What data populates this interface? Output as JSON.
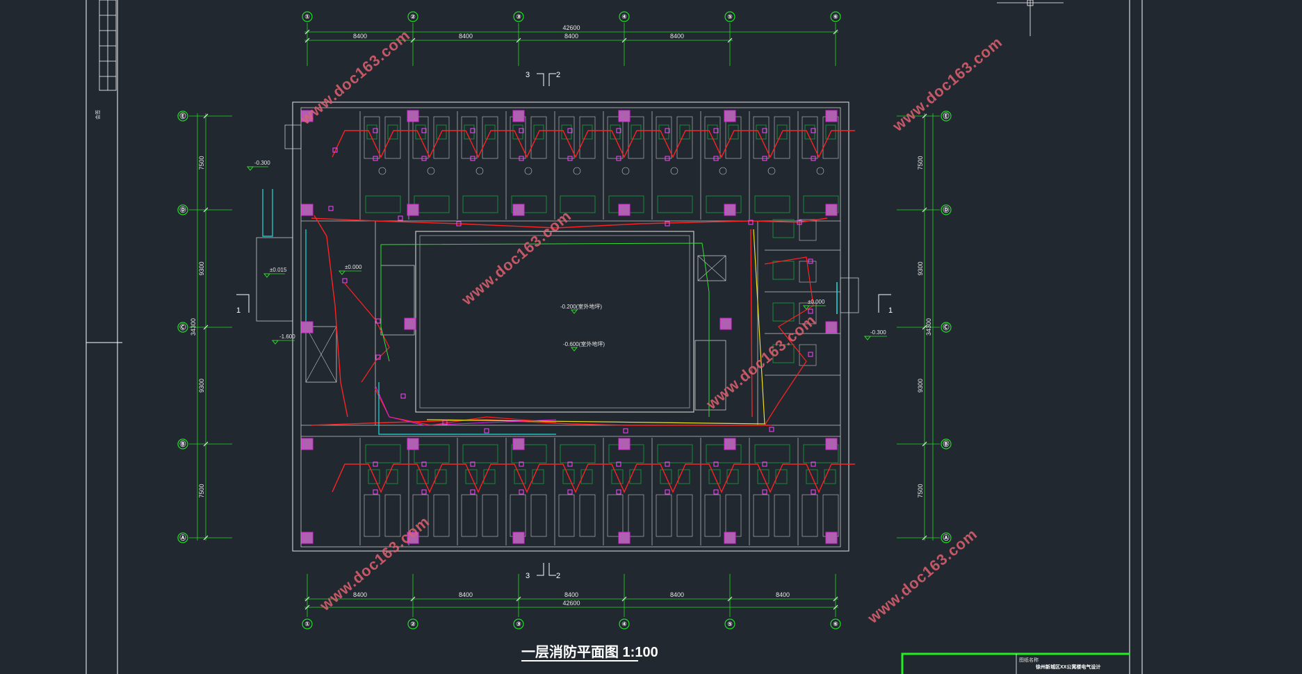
{
  "drawing": {
    "title": "一层消防平面图 1:100",
    "titleblock_text": "徐州新城区XX公寓楼电气设计",
    "titleblock_label": "图纸名称",
    "left_strip_label": "会签",
    "watermark": "www.doc163.com"
  },
  "axes": {
    "numbered_top": [
      "①",
      "②",
      "③",
      "④",
      "⑤",
      "⑥"
    ],
    "numbered_bottom": [
      "①",
      "②",
      "③",
      "④",
      "⑤",
      "⑥"
    ],
    "lettered_left": [
      "Ⓔ",
      "Ⓓ",
      "Ⓒ",
      "Ⓑ",
      "Ⓐ"
    ],
    "lettered_right": [
      "Ⓔ",
      "Ⓓ",
      "Ⓒ",
      "Ⓑ",
      "Ⓐ"
    ]
  },
  "dimensions": {
    "top_overall": "42600",
    "top_spans": [
      "8400",
      "8400",
      "8400",
      "8400"
    ],
    "bottom_overall": "42600",
    "bottom_spans": [
      "8400",
      "8400",
      "8400",
      "8400",
      "8400"
    ],
    "left_overall": "34300",
    "left_spans": [
      "7500",
      "9300",
      "9300",
      "7500"
    ],
    "right_overall": "34300",
    "right_spans": [
      "7500",
      "9300",
      "9300",
      "7500"
    ]
  },
  "section_marks": {
    "top_left": "3",
    "top_right": "2",
    "bottom_left": "3",
    "bottom_right": "2",
    "left": "1",
    "right": "1"
  },
  "elevations": {
    "e1": "-0.300",
    "e2": "±0.015",
    "e3": "±0.000",
    "e4": "-1.600",
    "e5": "±0.000",
    "e6": "-0.300",
    "courtyard_1": "-0.200(室外地坪)",
    "courtyard_2": "-0.600(室外地坪)"
  },
  "colors": {
    "background": "#212830",
    "axis_green": "#22dd22",
    "fire_red": "#ff2222",
    "device_magenta": "#dd22dd",
    "wall_gray": "#c8c8c8",
    "cyan": "#22dddd",
    "yellow": "#f0e020",
    "furniture_green": "#1a8a3a"
  }
}
